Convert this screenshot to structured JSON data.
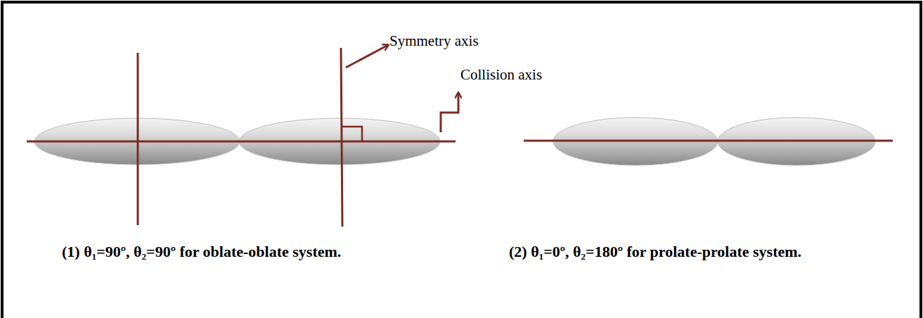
{
  "diagram": {
    "labels": [
      "Symmetry axis",
      "Collision axis",
      "(1) θ₁=90º, θ₂=90º for oblate-oblate system.",
      "(2) θ₁=0º, θ₂=180º for prolate-prolate system."
    ]
  }
}
